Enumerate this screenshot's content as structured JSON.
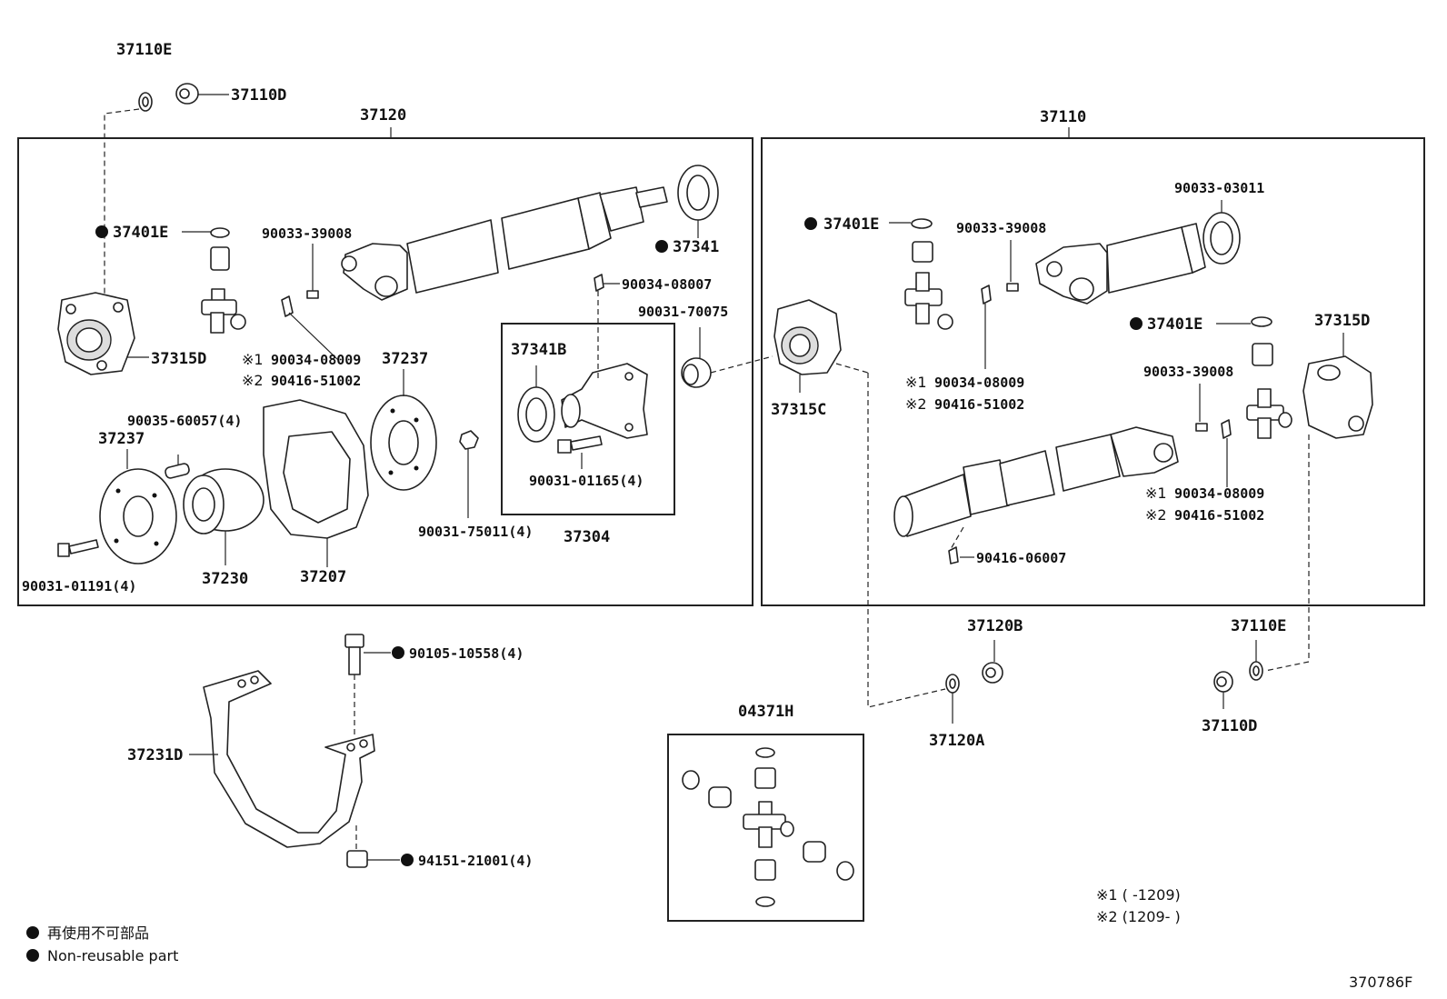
{
  "labels": {
    "left_group": "37120",
    "right_group": "37110",
    "l_37110E": "37110E",
    "l_37110D": "37110D",
    "l_37401E_a": "37401E",
    "l_90033_39008_a": "90033-39008",
    "l_37341": "37341",
    "l_37315D_a": "37315D",
    "l_90034_08009_a": "90034-08009",
    "l_90416_51002_a": "90416-51002",
    "l_37237_a": "37237",
    "l_90035_60057": "90035-60057(4)",
    "l_37237_b": "37237",
    "l_90031_01191": "90031-01191(4)",
    "l_37230": "37230",
    "l_37207": "37207",
    "l_90031_75011": "90031-75011(4)",
    "l_37341B": "37341B",
    "l_90034_08007": "90034-08007",
    "l_90031_70075": "90031-70075",
    "l_90031_01165": "90031-01165(4)",
    "l_37304": "37304",
    "r_37401E_a": "37401E",
    "r_90033_39008_a": "90033-39008",
    "r_90033_03011": "90033-03011",
    "r_37401E_b": "37401E",
    "r_37315D": "37315D",
    "r_37315C": "37315C",
    "r_90034_08009_a": "90034-08009",
    "r_90416_51002_a": "90416-51002",
    "r_90033_39008_b": "90033-39008",
    "r_90034_08009_b": "90034-08009",
    "r_90416_51002_b": "90416-51002",
    "r_90416_06007": "90416-06007",
    "b_90105_10558": "90105-10558(4)",
    "b_37231D": "37231D",
    "b_94151_21001": "94151-21001(4)",
    "b_04371H": "04371H",
    "b_37120B": "37120B",
    "b_37120A": "37120A",
    "b_37110E": "37110E",
    "b_37110D": "37110D",
    "mark1": "※1",
    "mark2": "※2",
    "note1": "※1 (      -1209)",
    "note2": "※2 (1209-      )",
    "legend_jp": "再使用不可部品",
    "legend_en": "Non-reusable part",
    "figure_id": "370786F"
  }
}
